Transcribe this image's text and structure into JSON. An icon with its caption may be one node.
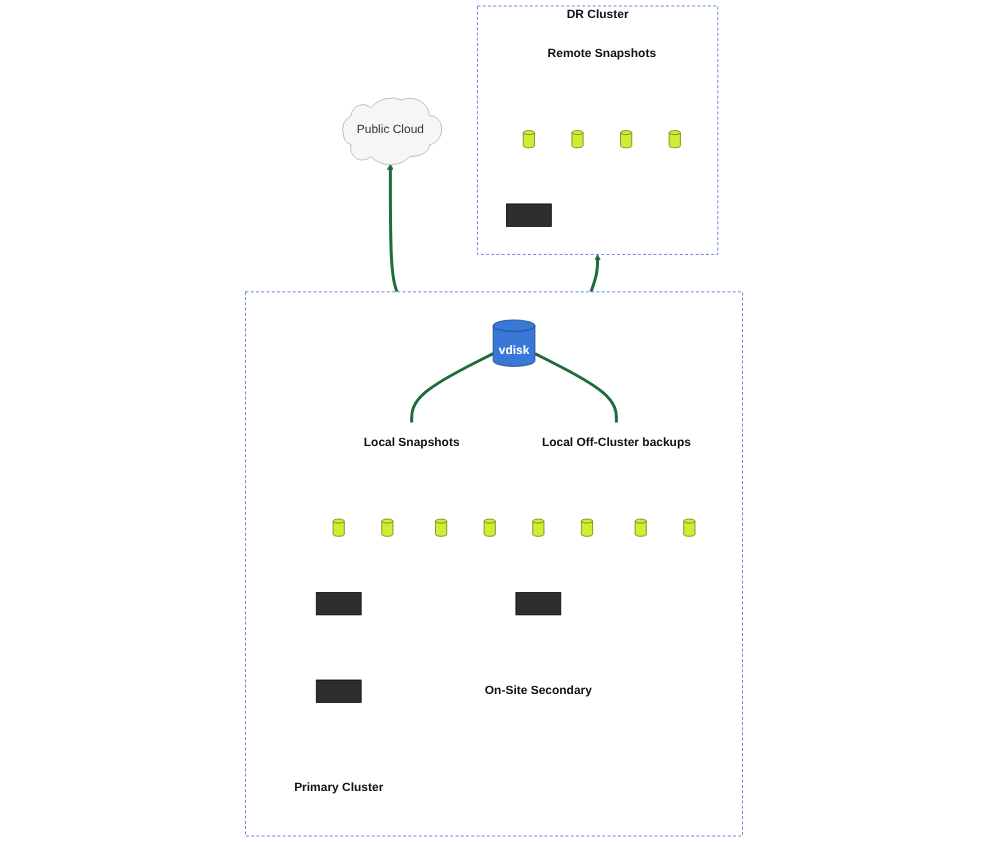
{
  "diagram": {
    "nodes": [
      {
        "text": [
          "Public Cloud"
        ]
      },
      {
        "text": [
          "DR Cluster"
        ]
      },
      {
        "text": [],
        "shape": "box",
        "in": 1
      },
      {
        "text": [],
        "shape": "cylinder",
        "in": 1
      },
      {
        "text": [],
        "shape": "cylinder",
        "in": 1
      },
      {
        "text": [],
        "shape": "cylinder",
        "in": 1
      },
      {
        "text": [],
        "shape": "cylinder",
        "in": 1
      },
      {
        "text": [
          "Remote Snapshots"
        ],
        "in": 1
      },
      {
        "text": [],
        "shape": "box"
      },
      {
        "text": [
          "Primary Cluster"
        ],
        "in": 8
      },
      {
        "text": [],
        "shape": "box",
        "in": 8
      },
      {
        "text": [],
        "shape": "box",
        "in": 8
      },
      {
        "text": [
          "vdisk"
        ],
        "in": 8
      },
      {
        "text": [],
        "shape": "cylinder",
        "in": 8
      },
      {
        "text": [],
        "shape": "cylinder",
        "in": 8
      },
      {
        "text": [],
        "shape": "cylinder",
        "in": 8
      },
      {
        "text": [],
        "shape": "cylinder",
        "in": 8
      },
      {
        "text": [
          "Local Snapshots"
        ],
        "in": 8
      },
      {
        "text": [
          "On-Site Secondary"
        ],
        "in": 8
      },
      {
        "text": [],
        "shape": "box",
        "in": 8
      },
      {
        "text": [],
        "shape": "cylinder",
        "in": 8
      },
      {
        "text": [],
        "shape": "cylinder",
        "in": 8
      },
      {
        "text": [],
        "shape": "cylinder",
        "in": 8
      },
      {
        "text": [],
        "shape": "cylinder",
        "in": 8
      },
      {
        "text": [
          "Local Off-Cluster backups"
        ],
        "in": 8
      }
    ],
    "edges": [
      {
        "from": 8,
        "to": 0,
        "arrow": "to"
      },
      {
        "from": 8,
        "to": 1,
        "arrow": "to"
      },
      {
        "from": 12,
        "to": 17,
        "arrow": "none"
      },
      {
        "from": 12,
        "to": 24,
        "arrow": "none"
      }
    ]
  }
}
